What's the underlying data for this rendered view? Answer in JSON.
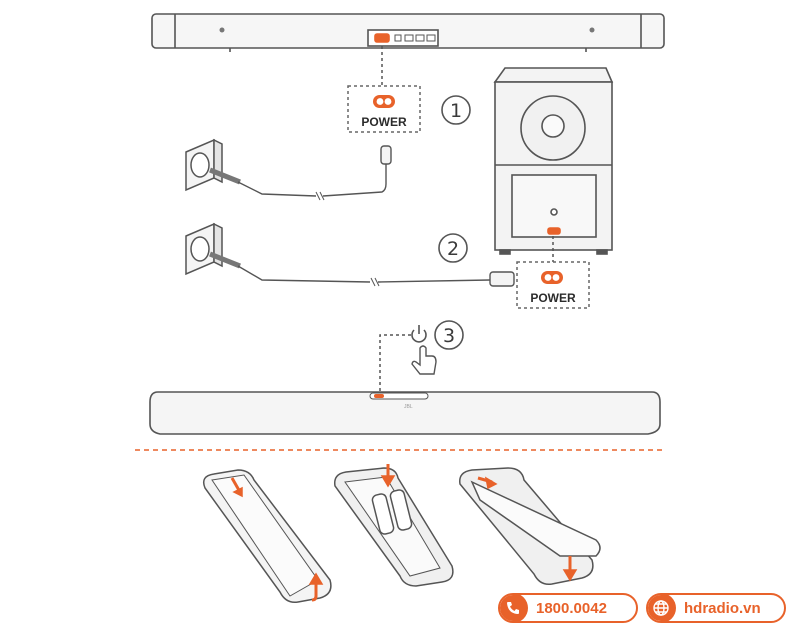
{
  "colors": {
    "accent": "#e8622a",
    "line": "#555555",
    "fill": "#f4f4f4"
  },
  "steps": {
    "step1": {
      "number": "1",
      "label": "POWER"
    },
    "step2": {
      "number": "2",
      "label": "POWER"
    },
    "step3": {
      "number": "3",
      "icon": "power-icon"
    }
  },
  "soundbar_brand": "JBL",
  "footer": {
    "phone": {
      "icon": "phone-icon",
      "text": "1800.0042"
    },
    "website": {
      "icon": "globe-icon",
      "text": "hdradio.vn"
    }
  }
}
